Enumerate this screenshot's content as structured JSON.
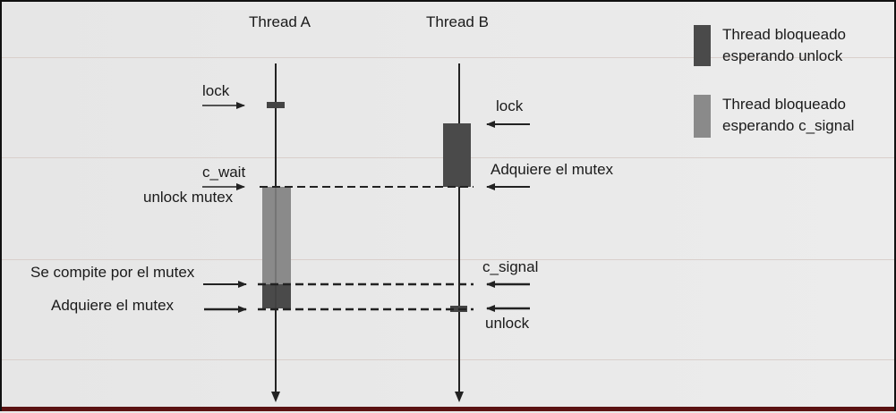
{
  "threads": {
    "a": "Thread A",
    "b": "Thread B"
  },
  "thread_a_labels": {
    "lock": "lock",
    "c_wait": "c_wait",
    "unlock_mutex": "unlock mutex",
    "compete": "Se compite por el mutex",
    "acquire": "Adquiere el mutex"
  },
  "thread_b_labels": {
    "lock": "lock",
    "acquire": "Adquiere el mutex",
    "c_signal": "c_signal",
    "unlock": "unlock"
  },
  "legend": [
    {
      "line1": "Thread bloqueado",
      "line2": "esperando unlock",
      "color": "#4a4a4a"
    },
    {
      "line1": "Thread bloqueado",
      "line2": "esperando c_signal",
      "color": "#8a8a8a"
    }
  ]
}
